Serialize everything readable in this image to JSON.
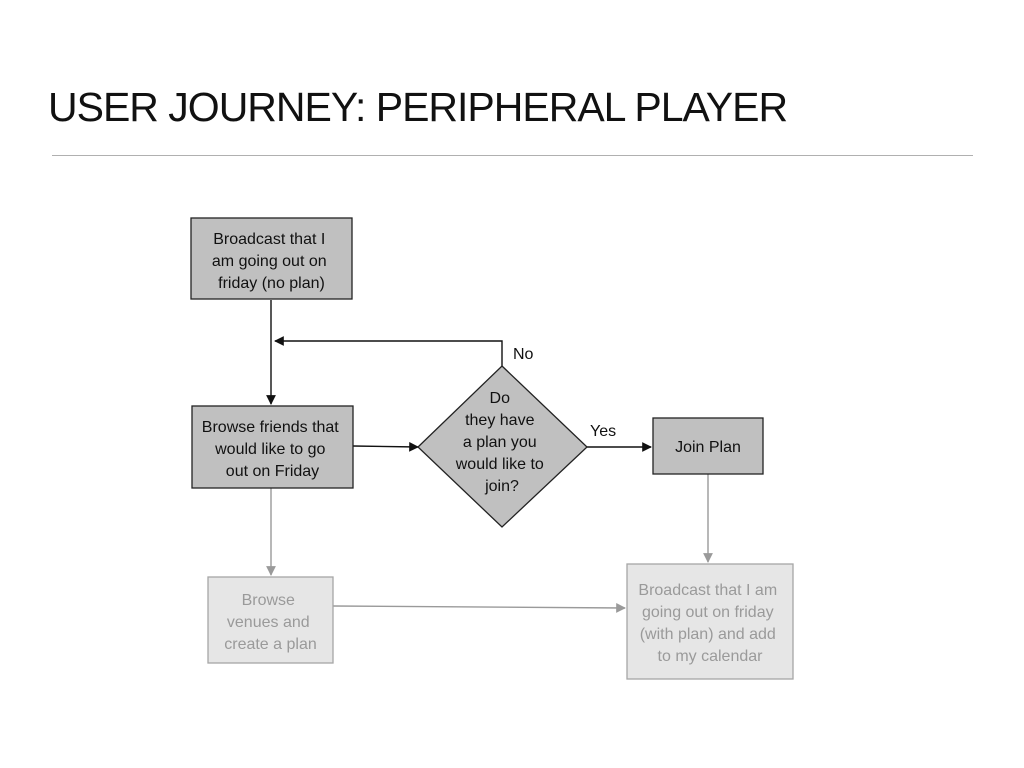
{
  "slide": {
    "title": "USER JOURNEY: PERIPHERAL PLAYER"
  },
  "nodes": {
    "broadcast_no_plan": [
      "Broadcast that I",
      "am going out on",
      "friday (no plan)"
    ],
    "browse_friends": [
      "Browse friends that",
      "would like to go",
      "out on Friday"
    ],
    "decision": [
      "Do",
      "they have",
      "a plan you",
      "would like to",
      "join?"
    ],
    "join_plan": [
      "Join Plan"
    ],
    "browse_venues": [
      "Browse",
      "venues and",
      "create a plan"
    ],
    "broadcast_with_plan": [
      "Broadcast that I am",
      "going out on friday",
      "(with plan) and add",
      "to my calendar"
    ]
  },
  "edges": {
    "no_label": "No",
    "yes_label": "Yes"
  },
  "colors": {
    "active_fill": "#c0c0c0",
    "active_stroke": "#222222",
    "faded_fill": "#e6e6e6",
    "faded_stroke": "#a6a6a6",
    "faded_text": "#9a9a9a"
  }
}
